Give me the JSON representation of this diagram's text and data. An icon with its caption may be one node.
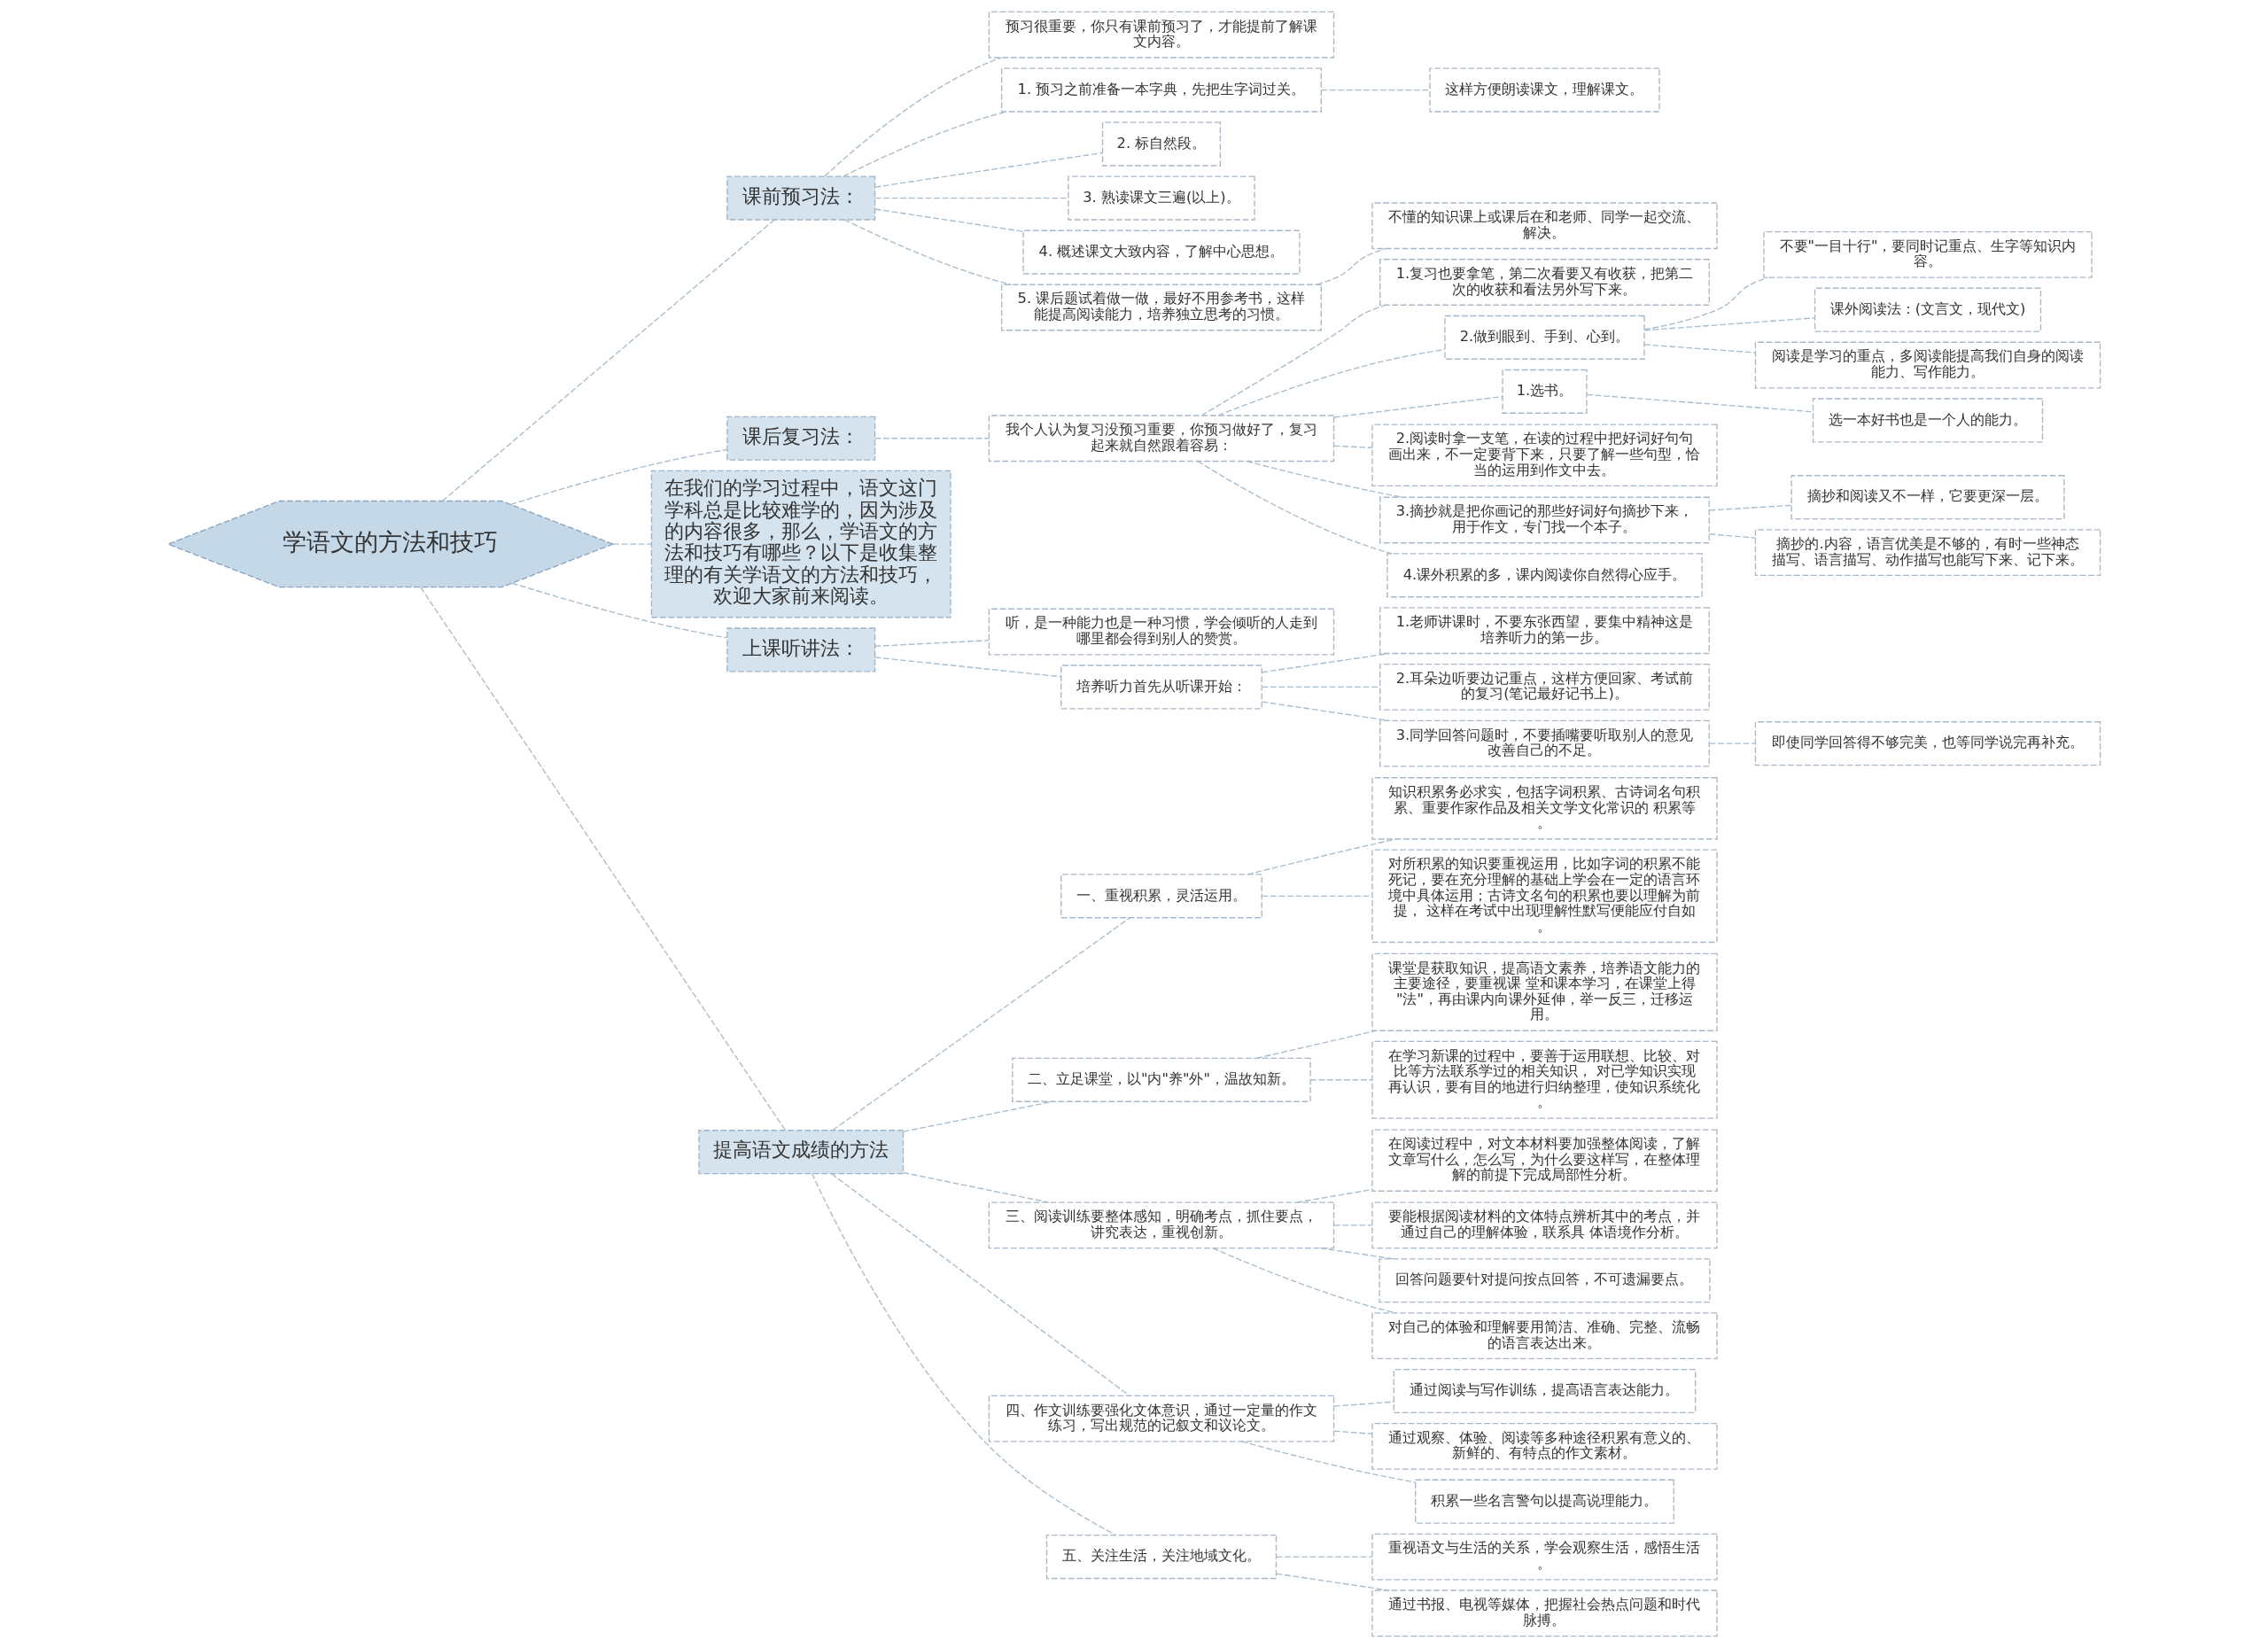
{
  "diagram": {
    "nodes": [
      {
        "text": [
          "学语文的方法和技巧"
        ]
      },
      {
        "text": [
          "课前预习法："
        ]
      },
      {
        "text": [
          "预习很重要，你只有课前预习了，才能提前了解课文内容。"
        ]
      },
      {
        "text": [
          "1. 预习之前准备一本字典，先把生字词过关。"
        ]
      },
      {
        "text": [
          "这样方便朗读课文，理解课文。"
        ]
      },
      {
        "text": [
          "2. 标自然段。"
        ]
      },
      {
        "text": [
          "3. 熟读课文三遍(以上)。"
        ]
      },
      {
        "text": [
          "4. 概述课文大致内容，了解中心思想。"
        ]
      },
      {
        "text": [
          "5. 课后题试着做一做，最好不用参考书，这样能提高阅读能力，培养独立思考的习惯。"
        ]
      },
      {
        "text": [
          "不懂的知识课上或课后在和老师、同学一起交流、解决。"
        ]
      },
      {
        "text": [
          "课后复习法："
        ]
      },
      {
        "text": [
          "我个人认为复习没预习重要，你预习做好了，复习起来就自然跟着容易："
        ]
      },
      {
        "text": [
          "1.复习也要拿笔，第二次看要又有收获，把第二次的收获和看法另外写下来。"
        ]
      },
      {
        "text": [
          "2.做到眼到、手到、心到。"
        ]
      },
      {
        "text": [
          "不要\"一目十行\"，要同时记重点、生字等知识内容。"
        ]
      },
      {
        "text": [
          "课外阅读法：(文言文，现代文)"
        ]
      },
      {
        "text": [
          "阅读是学习的重点，多阅读能提高我们自身的阅读能力、写作能力。"
        ]
      },
      {
        "text": [
          "1.选书。"
        ]
      },
      {
        "text": [
          "选一本好书也是一个人的能力。"
        ]
      },
      {
        "text": [
          "2.阅读时拿一支笔，在读的过程中把好词好句句画出来，不一定要背下来，只要了解一些句型，恰当的运用到作文中去。"
        ]
      },
      {
        "text": [
          "3.摘抄就是把你画记的那些好词好句摘抄下来，用于作文，专门找一个本子。"
        ]
      },
      {
        "text": [
          "摘抄和阅读又不一样，它要更深一层。"
        ]
      },
      {
        "text": [
          "摘抄的.内容，语言优美是不够的，有时一些神态描写、语言描写、动作描写也能写下来、记下来。"
        ]
      },
      {
        "text": [
          "4.课外积累的多，课内阅读你自然得心应手。"
        ]
      },
      {
        "text": [
          "在我们的学习过程中，语文这门学科总是比较难学的，因为涉及的内容很多，那么，学语文的方法和技巧有哪些？以下是收集整理的有关学语文的方法和技巧，欢迎大家前来阅读。"
        ]
      },
      {
        "text": [
          "上课听讲法："
        ]
      },
      {
        "text": [
          "听，是一种能力也是一种习惯，学会倾听的人走到哪里都会得到别人的赞赏。"
        ]
      },
      {
        "text": [
          "培养听力首先从听课开始："
        ]
      },
      {
        "text": [
          "1.老师讲课时，不要东张西望，要集中精神这是培养听力的第一步。"
        ]
      },
      {
        "text": [
          "2.耳朵边听要边记重点，这样方便回家、考试前的复习(笔记最好记书上)。"
        ]
      },
      {
        "text": [
          "3.同学回答问题时，不要插嘴要听取别人的意见改善自己的不足。"
        ]
      },
      {
        "text": [
          "即使同学回答得不够完美，也等同学说完再补充。"
        ]
      },
      {
        "text": [
          "提高语文成绩的方法"
        ]
      },
      {
        "text": [
          "一、重视积累，灵活运用。"
        ]
      },
      {
        "text": [
          "知识积累务必求实，包括字词积累、古诗词名句积累、重要作家作品及相关文学文化常识的 积累等。"
        ]
      },
      {
        "text": [
          "对所积累的知识要重视运用，比如字词的积累不能死记，要在充分理解的基础上学会在一定的语言环境中具体运用；古诗文名句的积累也要以理解为前提， 这样在考试中出现理解性默写便能应付自如。"
        ]
      },
      {
        "text": [
          "二、立足课堂，以\"内\"养\"外\"，温故知新。"
        ]
      },
      {
        "text": [
          "课堂是获取知识，提高语文素养，培养语文能力的主要途径，要重视课 堂和课本学习，在课堂上得\"法\"，再由课内向课外延伸，举一反三，迁移运用。"
        ]
      },
      {
        "text": [
          "在学习新课的过程中，要善于运用联想、比较、对比等方法联系学过的相关知识， 对已学知识实现再认识，要有目的地进行归纳整理，使知识系统化。"
        ]
      },
      {
        "text": [
          "三、阅读训练要整体感知，明确考点，抓住要点，讲究表达，重视创新。"
        ]
      },
      {
        "text": [
          "在阅读过程中，对文本材料要加强整体阅读，了解文章写什么，怎么写，为什么要这样写，在整体理解的前提下完成局部性分析。"
        ]
      },
      {
        "text": [
          "要能根据阅读材料的文体特点辨析其中的考点，并通过自己的理解体验，联系具 体语境作分析。"
        ]
      },
      {
        "text": [
          "回答问题要针对提问按点回答，不可遗漏要点。"
        ]
      },
      {
        "text": [
          "对自己的体验和理解要用简洁、准确、完整、流畅的语言表达出来。"
        ]
      },
      {
        "text": [
          "四、作文训练要强化文体意识，通过一定量的作文练习，写出规范的记叙文和议论文。"
        ]
      },
      {
        "text": [
          "通过阅读与写作训练，提高语言表达能力。"
        ]
      },
      {
        "text": [
          "通过观察、体验、阅读等多种途径积累有意义的、新鲜的、有特点的作文素材。"
        ]
      },
      {
        "text": [
          "积累一些名言警句以提高说理能力。"
        ]
      },
      {
        "text": [
          "五、关注生活，关注地域文化。"
        ]
      },
      {
        "text": [
          "重视语文与生活的关系，学会观察生活，感悟生活。"
        ]
      },
      {
        "text": [
          "通过书报、电视等媒体，把握社会热点问题和时代脉搏。"
        ]
      }
    ],
    "edges": [
      {
        "from": 0,
        "to": 1,
        "arrow": "none"
      },
      {
        "from": 1,
        "to": 2,
        "arrow": "none"
      },
      {
        "from": 1,
        "to": 3,
        "arrow": "none"
      },
      {
        "from": 3,
        "to": 4,
        "arrow": "none"
      },
      {
        "from": 1,
        "to": 5,
        "arrow": "none"
      },
      {
        "from": 1,
        "to": 6,
        "arrow": "none"
      },
      {
        "from": 1,
        "to": 7,
        "arrow": "none"
      },
      {
        "from": 1,
        "to": 8,
        "arrow": "none"
      },
      {
        "from": 8,
        "to": 9,
        "arrow": "none"
      },
      {
        "from": 0,
        "to": 10,
        "arrow": "none"
      },
      {
        "from": 10,
        "to": 11,
        "arrow": "none"
      },
      {
        "from": 11,
        "to": 12,
        "arrow": "none"
      },
      {
        "from": 11,
        "to": 13,
        "arrow": "none"
      },
      {
        "from": 13,
        "to": 14,
        "arrow": "none"
      },
      {
        "from": 13,
        "to": 15,
        "arrow": "none"
      },
      {
        "from": 13,
        "to": 16,
        "arrow": "none"
      },
      {
        "from": 11,
        "to": 17,
        "arrow": "none"
      },
      {
        "from": 17,
        "to": 18,
        "arrow": "none"
      },
      {
        "from": 11,
        "to": 19,
        "arrow": "none"
      },
      {
        "from": 11,
        "to": 20,
        "arrow": "none"
      },
      {
        "from": 20,
        "to": 21,
        "arrow": "none"
      },
      {
        "from": 20,
        "to": 22,
        "arrow": "none"
      },
      {
        "from": 11,
        "to": 23,
        "arrow": "none"
      },
      {
        "from": 0,
        "to": 24,
        "arrow": "none"
      },
      {
        "from": 0,
        "to": 25,
        "arrow": "none"
      },
      {
        "from": 25,
        "to": 26,
        "arrow": "none"
      },
      {
        "from": 25,
        "to": 27,
        "arrow": "none"
      },
      {
        "from": 27,
        "to": 28,
        "arrow": "none"
      },
      {
        "from": 27,
        "to": 29,
        "arrow": "none"
      },
      {
        "from": 27,
        "to": 30,
        "arrow": "none"
      },
      {
        "from": 30,
        "to": 31,
        "arrow": "none"
      },
      {
        "from": 0,
        "to": 32,
        "arrow": "none"
      },
      {
        "from": 32,
        "to": 33,
        "arrow": "none"
      },
      {
        "from": 33,
        "to": 34,
        "arrow": "none"
      },
      {
        "from": 33,
        "to": 35,
        "arrow": "none"
      },
      {
        "from": 32,
        "to": 36,
        "arrow": "none"
      },
      {
        "from": 36,
        "to": 37,
        "arrow": "none"
      },
      {
        "from": 36,
        "to": 38,
        "arrow": "none"
      },
      {
        "from": 32,
        "to": 39,
        "arrow": "none"
      },
      {
        "from": 39,
        "to": 40,
        "arrow": "none"
      },
      {
        "from": 39,
        "to": 41,
        "arrow": "none"
      },
      {
        "from": 39,
        "to": 42,
        "arrow": "none"
      },
      {
        "from": 39,
        "to": 43,
        "arrow": "none"
      },
      {
        "from": 32,
        "to": 44,
        "arrow": "none"
      },
      {
        "from": 44,
        "to": 45,
        "arrow": "none"
      },
      {
        "from": 44,
        "to": 46,
        "arrow": "none"
      },
      {
        "from": 44,
        "to": 47,
        "arrow": "none"
      },
      {
        "from": 32,
        "to": 48,
        "arrow": "none"
      },
      {
        "from": 48,
        "to": 49,
        "arrow": "none"
      },
      {
        "from": 48,
        "to": 50,
        "arrow": "none"
      }
    ]
  }
}
